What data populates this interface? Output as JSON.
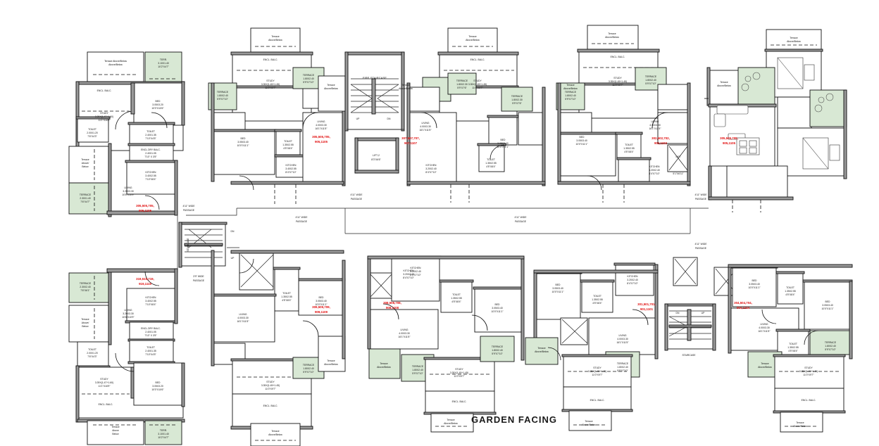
{
  "plan": {
    "title": "GARDEN FACING",
    "colors": {
      "terrace_fill": "#d8e8d4",
      "wall": "#9a9a9a",
      "flat_number": "#e10f0f",
      "ink": "#111111"
    },
    "common_labels": {
      "fire_staircase": "FIRE STAIRCASE",
      "staircase": "STAIRCASE",
      "up": "UP",
      "dn": "DN",
      "lift2": "LIFT-2",
      "lift2_size": "8'3\"X6'6\"",
      "passage": "4'11\" WIDE PASSAGE",
      "passage_alt": "3'9\" WIDE PASSAGE",
      "terrace_above_below": "Terrace Above/Below",
      "terrace_above_below2": "Terrace Above Below",
      "lift": "LIFT",
      "lift_size": "5'1\"X6'11\""
    },
    "rooms": {
      "living": "LIVING",
      "bed": "BED",
      "study": "STUDY",
      "toilet": "TOILET",
      "kitchen": "KITCHEN",
      "terrace": "TERRACE",
      "terr_abbr": "TERR.",
      "encl_balc": "ENCL. BALC.",
      "encl_dry_balc": "ENCL.DRY BALC."
    },
    "units": [
      {
        "id": "unit-a-top-left",
        "flat_numbers": "305,505,705,\n905,1105",
        "rooms": [
          {
            "name": "TERR.",
            "dim1": "3.10X1.40",
            "dim2": "10'2\"X4'7\""
          },
          {
            "name": "Terrace Above/Below",
            "dim1": "",
            "dim2": ""
          },
          {
            "name": "ENCL. BALC.",
            "dim1": "",
            "dim2": ""
          },
          {
            "name": "STUDY",
            "dim1": "3.39X(1.47+1.60)",
            "dim2": "11'1\"X16'9\""
          },
          {
            "name": "BED",
            "dim1": "3.05X3.20",
            "dim2": "10'0\"X10'6\""
          },
          {
            "name": "TOILET",
            "dim1": "2.40X1.35",
            "dim2": "7'10\"X4'5\""
          },
          {
            "name": "TOILET",
            "dim1": "2.00X1.20",
            "dim2": "7'6\"X4'3\""
          },
          {
            "name": "ENCL.DRY BALC.",
            "dim1": "2.40X1.05",
            "dim2": "7'10\" X  3'5\""
          },
          {
            "name": "KITCHEN",
            "dim1": "3.40X2.55",
            "dim2": "7'10\"X8'4\""
          },
          {
            "name": "LIVING",
            "dim1": "3.20X3.30",
            "dim2": "10'6\"X10'9\""
          },
          {
            "name": "TERRACE",
            "dim1": "2.30X1.40",
            "dim2": "7'6\"X4'7\""
          },
          {
            "name": "Terrace Above/Below",
            "dim1": "",
            "dim2": ""
          }
        ]
      },
      {
        "id": "unit-b-top-left-mid",
        "flat_numbers": "305,505,705,\n905,1105",
        "rooms": [
          {
            "name": "Terrace Above/Below",
            "dim1": "",
            "dim2": ""
          },
          {
            "name": "ENCL. BALC.",
            "dim1": "",
            "dim2": ""
          },
          {
            "name": "STUDY",
            "dim1": "3.35X(1.45+1.45)",
            "dim2": "11'0\"X9'7\""
          },
          {
            "name": "TERRACE",
            "dim1": "1.80X2.40",
            "dim2": "5'9\"X7'10\""
          },
          {
            "name": "BED",
            "dim1": "3.05X3.40",
            "dim2": "10'0\"X11'1\""
          },
          {
            "name": "TOILET",
            "dim1": "1.35X2.55",
            "dim2": "4'5\"X8'4\""
          },
          {
            "name": "KITCHEN",
            "dim1": "3.40X2.55",
            "dim2": "8'4\"X7'10\""
          },
          {
            "name": "LIVING",
            "dim1": "4.00X3.30",
            "dim2": "16'1\"X11'5\""
          },
          {
            "name": "TERRACE",
            "dim1": "1.80X2.40",
            "dim2": "5'9\"X7'10\""
          },
          {
            "name": "ENCL.DRY BALC.",
            "dim1": "",
            "dim2": ""
          }
        ]
      },
      {
        "id": "unit-c-top-mid-right",
        "flat_numbers": "307,507,707,\n907,1107",
        "rooms": [
          {
            "name": "Terrace Above/Below",
            "dim1": "",
            "dim2": ""
          },
          {
            "name": "ENCL. BALC.",
            "dim1": "",
            "dim2": ""
          },
          {
            "name": "STUDY",
            "dim1": "3.35X(1.45+1.45)",
            "dim2": "11'0\"X9'7\""
          },
          {
            "name": "TERRACE",
            "dim1": "1.80X2.30",
            "dim2": "5'9\"X7'6\""
          },
          {
            "name": "LIVING",
            "dim1": "4.00X3.30",
            "dim2": "16'1\"X11'5\""
          },
          {
            "name": "KITCHEN",
            "dim1": "3.20X2.40",
            "dim2": "8'4\"X7'10\""
          },
          {
            "name": "BED",
            "dim1": "3.05X3.40",
            "dim2": "10'0\"X11'1\""
          },
          {
            "name": "TOILET",
            "dim1": "1.35X2.55",
            "dim2": "4'5\"X8'4\""
          },
          {
            "name": "TERRACE",
            "dim1": "1.80X2.30",
            "dim2": "5'9\"X7'6\""
          }
        ]
      },
      {
        "id": "unit-d-top-right",
        "flat_numbers": "302,502,702,\n902,1102",
        "rooms": [
          {
            "name": "Terrace Above/Below",
            "dim1": "",
            "dim2": ""
          },
          {
            "name": "ENCL. BALC.",
            "dim1": "",
            "dim2": ""
          },
          {
            "name": "STUDY",
            "dim1": "3.35X(1.45+1.45)",
            "dim2": "11'0\"X9'7\""
          },
          {
            "name": "TERRACE",
            "dim1": "1.80X2.40",
            "dim2": "5'9\"X7'10\""
          },
          {
            "name": "BED",
            "dim1": "3.05X3.40",
            "dim2": "10'0\"X11'1\""
          },
          {
            "name": "TOILET",
            "dim1": "1.35X2.55",
            "dim2": "4'5\"X8'4\""
          },
          {
            "name": "LIVING",
            "dim1": "4.00X3.30",
            "dim2": "16'1\"X11'5\""
          },
          {
            "name": "KITCHEN",
            "dim1": "3.20X2.40",
            "dim2": "8'4\"X7'10\""
          },
          {
            "name": "TERRACE",
            "dim1": "1.80X2.40",
            "dim2": "5'9\"X7'10\""
          }
        ]
      },
      {
        "id": "unit-e-top-far-right",
        "flat_numbers": "305,505,705,\n905,1105",
        "rooms": [
          {
            "name": "Terrace Above/Below",
            "dim1": "",
            "dim2": ""
          },
          {
            "name": "Terrace Above/Below",
            "dim1": "",
            "dim2": ""
          }
        ]
      },
      {
        "id": "unit-f-bottom-left",
        "flat_numbers": "319,519,719,\n919,1119",
        "rooms": [
          {
            "name": "TERRACE",
            "dim1": "2.30X2.40",
            "dim2": "7'6\"X6'1\""
          },
          {
            "name": "LIVING",
            "dim1": "3.20X3.30",
            "dim2": "10'6\"X10'9\""
          },
          {
            "name": "KITCHEN",
            "dim1": "3.40X2.55",
            "dim2": "7'10\"X8'4\""
          },
          {
            "name": "ENCL.DRY BALC.",
            "dim1": "2.40X1.05",
            "dim2": "7'10\" X 3'5\""
          },
          {
            "name": "TOILET",
            "dim1": "2.40X1.35",
            "dim2": "7'10\"X4'5\""
          },
          {
            "name": "TOILET",
            "dim1": "2.00X1.20",
            "dim2": "7'6\"X4'3\""
          },
          {
            "name": "STUDY",
            "dim1": "3.39X(1.47+1.60)",
            "dim2": "11'1\"X16'9\""
          },
          {
            "name": "BED",
            "dim1": "3.05X3.20",
            "dim2": "10'0\"X10'6\""
          },
          {
            "name": "ENCL. BALC.",
            "dim1": "",
            "dim2": ""
          },
          {
            "name": "TERR.",
            "dim1": "3.10X1.40",
            "dim2": "10'2\"X4'7\""
          },
          {
            "name": "Terrace Above Below",
            "dim1": "",
            "dim2": ""
          }
        ]
      },
      {
        "id": "unit-g-bottom-left-mid",
        "flat_numbers": "309,509,709,\n909,1109",
        "rooms": [
          {
            "name": "KITCHEN",
            "dim1": "3.20X2.40",
            "dim2": "8'4\"X7'10\""
          },
          {
            "name": "BED",
            "dim1": "3.05X3.40",
            "dim2": "10'0\"X11'1\""
          },
          {
            "name": "TOILET",
            "dim1": "1.35X2.55",
            "dim2": "4'5\"X8'4\""
          },
          {
            "name": "LIVING",
            "dim1": "4.00X3.30",
            "dim2": "16'1\"X11'5\""
          },
          {
            "name": "STUDY",
            "dim1": "3.35X(1.45+1.45)",
            "dim2": "11'0\"X9'7\""
          },
          {
            "name": "TERRACE",
            "dim1": "1.80X2.40",
            "dim2": "5'9\"X7'10\""
          },
          {
            "name": "ENCL. BALC.",
            "dim1": "",
            "dim2": ""
          },
          {
            "name": "Terrace Above/Below",
            "dim1": "",
            "dim2": ""
          }
        ]
      },
      {
        "id": "unit-h-bottom-mid",
        "flat_numbers": "308,508,708,\n908,1108",
        "rooms": [
          {
            "name": "KITCHEN",
            "dim1": "3.20X2.40",
            "dim2": "8'4\"X7'10\""
          },
          {
            "name": "TOILET",
            "dim1": "1.35X2.55",
            "dim2": "4'5\"X8'4\""
          },
          {
            "name": "BED",
            "dim1": "3.05X3.40",
            "dim2": "10'0\"X11'1\""
          },
          {
            "name": "LIVING",
            "dim1": "4.00X3.30",
            "dim2": "16'1\"X11'5\""
          },
          {
            "name": "STUDY",
            "dim1": "3.35X(1.45+1.45)",
            "dim2": "11'0\"X9'7\""
          },
          {
            "name": "TERRACE",
            "dim1": "1.80X2.40",
            "dim2": "5'9\"X7'10\""
          },
          {
            "name": "ENCL. BALC.",
            "dim1": "",
            "dim2": ""
          },
          {
            "name": "Terrace Above/Below",
            "dim1": "",
            "dim2": ""
          }
        ]
      },
      {
        "id": "unit-i-bottom-right-mid",
        "flat_numbers": "301,501,701,\n901,1101",
        "rooms": [
          {
            "name": "BED",
            "dim1": "3.05X3.40",
            "dim2": "10'0\"X11'1\""
          },
          {
            "name": "TOILET",
            "dim1": "1.35X2.55",
            "dim2": "4'5\"X8'4\""
          },
          {
            "name": "KITCHEN",
            "dim1": "3.20X2.40",
            "dim2": "8'4\"X7'10\""
          },
          {
            "name": "TOILET",
            "dim1": "1.35X2.55",
            "dim2": "4'5\"X8'4\""
          },
          {
            "name": "LIVING",
            "dim1": "4.00X3.30",
            "dim2": "16'1\"X11'5\""
          },
          {
            "name": "STUDY",
            "dim1": "3.35X(1.45+1.45)",
            "dim2": "11'0\"X9'7\""
          },
          {
            "name": "TERRACE",
            "dim1": "1.80X2.40",
            "dim2": "5'9\"X7'10\""
          },
          {
            "name": "ENCL. BALC.",
            "dim1": "",
            "dim2": ""
          },
          {
            "name": "Terrace Above/Below",
            "dim1": "",
            "dim2": ""
          }
        ]
      },
      {
        "id": "unit-j-bottom-far-right",
        "flat_numbers": "304,504,704,\n904,1104",
        "rooms": [
          {
            "name": "LIVING",
            "dim1": "4.00X3.30",
            "dim2": "16'1\"X11'5\""
          },
          {
            "name": "KITCHEN",
            "dim1": "3.20X2.40",
            "dim2": "8'4\"X7'10\""
          },
          {
            "name": "TOILET",
            "dim1": "1.35X2.55",
            "dim2": "4'5\"X8'4\""
          },
          {
            "name": "BED",
            "dim1": "3.05X3.40",
            "dim2": "10'0\"X11'1\""
          },
          {
            "name": "TOILET",
            "dim1": "1.35X2.55",
            "dim2": "4'5\"X8'4\""
          },
          {
            "name": "STUDY",
            "dim1": "3.35X(1.45+1.45)",
            "dim2": "11'0\"X9'7\""
          },
          {
            "name": "TERRACE",
            "dim1": "1.80X2.40",
            "dim2": "5'9\"X7'10\""
          },
          {
            "name": "ENCL. BALC.",
            "dim1": "",
            "dim2": ""
          },
          {
            "name": "Terrace Above/Below",
            "dim1": "",
            "dim2": ""
          }
        ]
      }
    ]
  }
}
